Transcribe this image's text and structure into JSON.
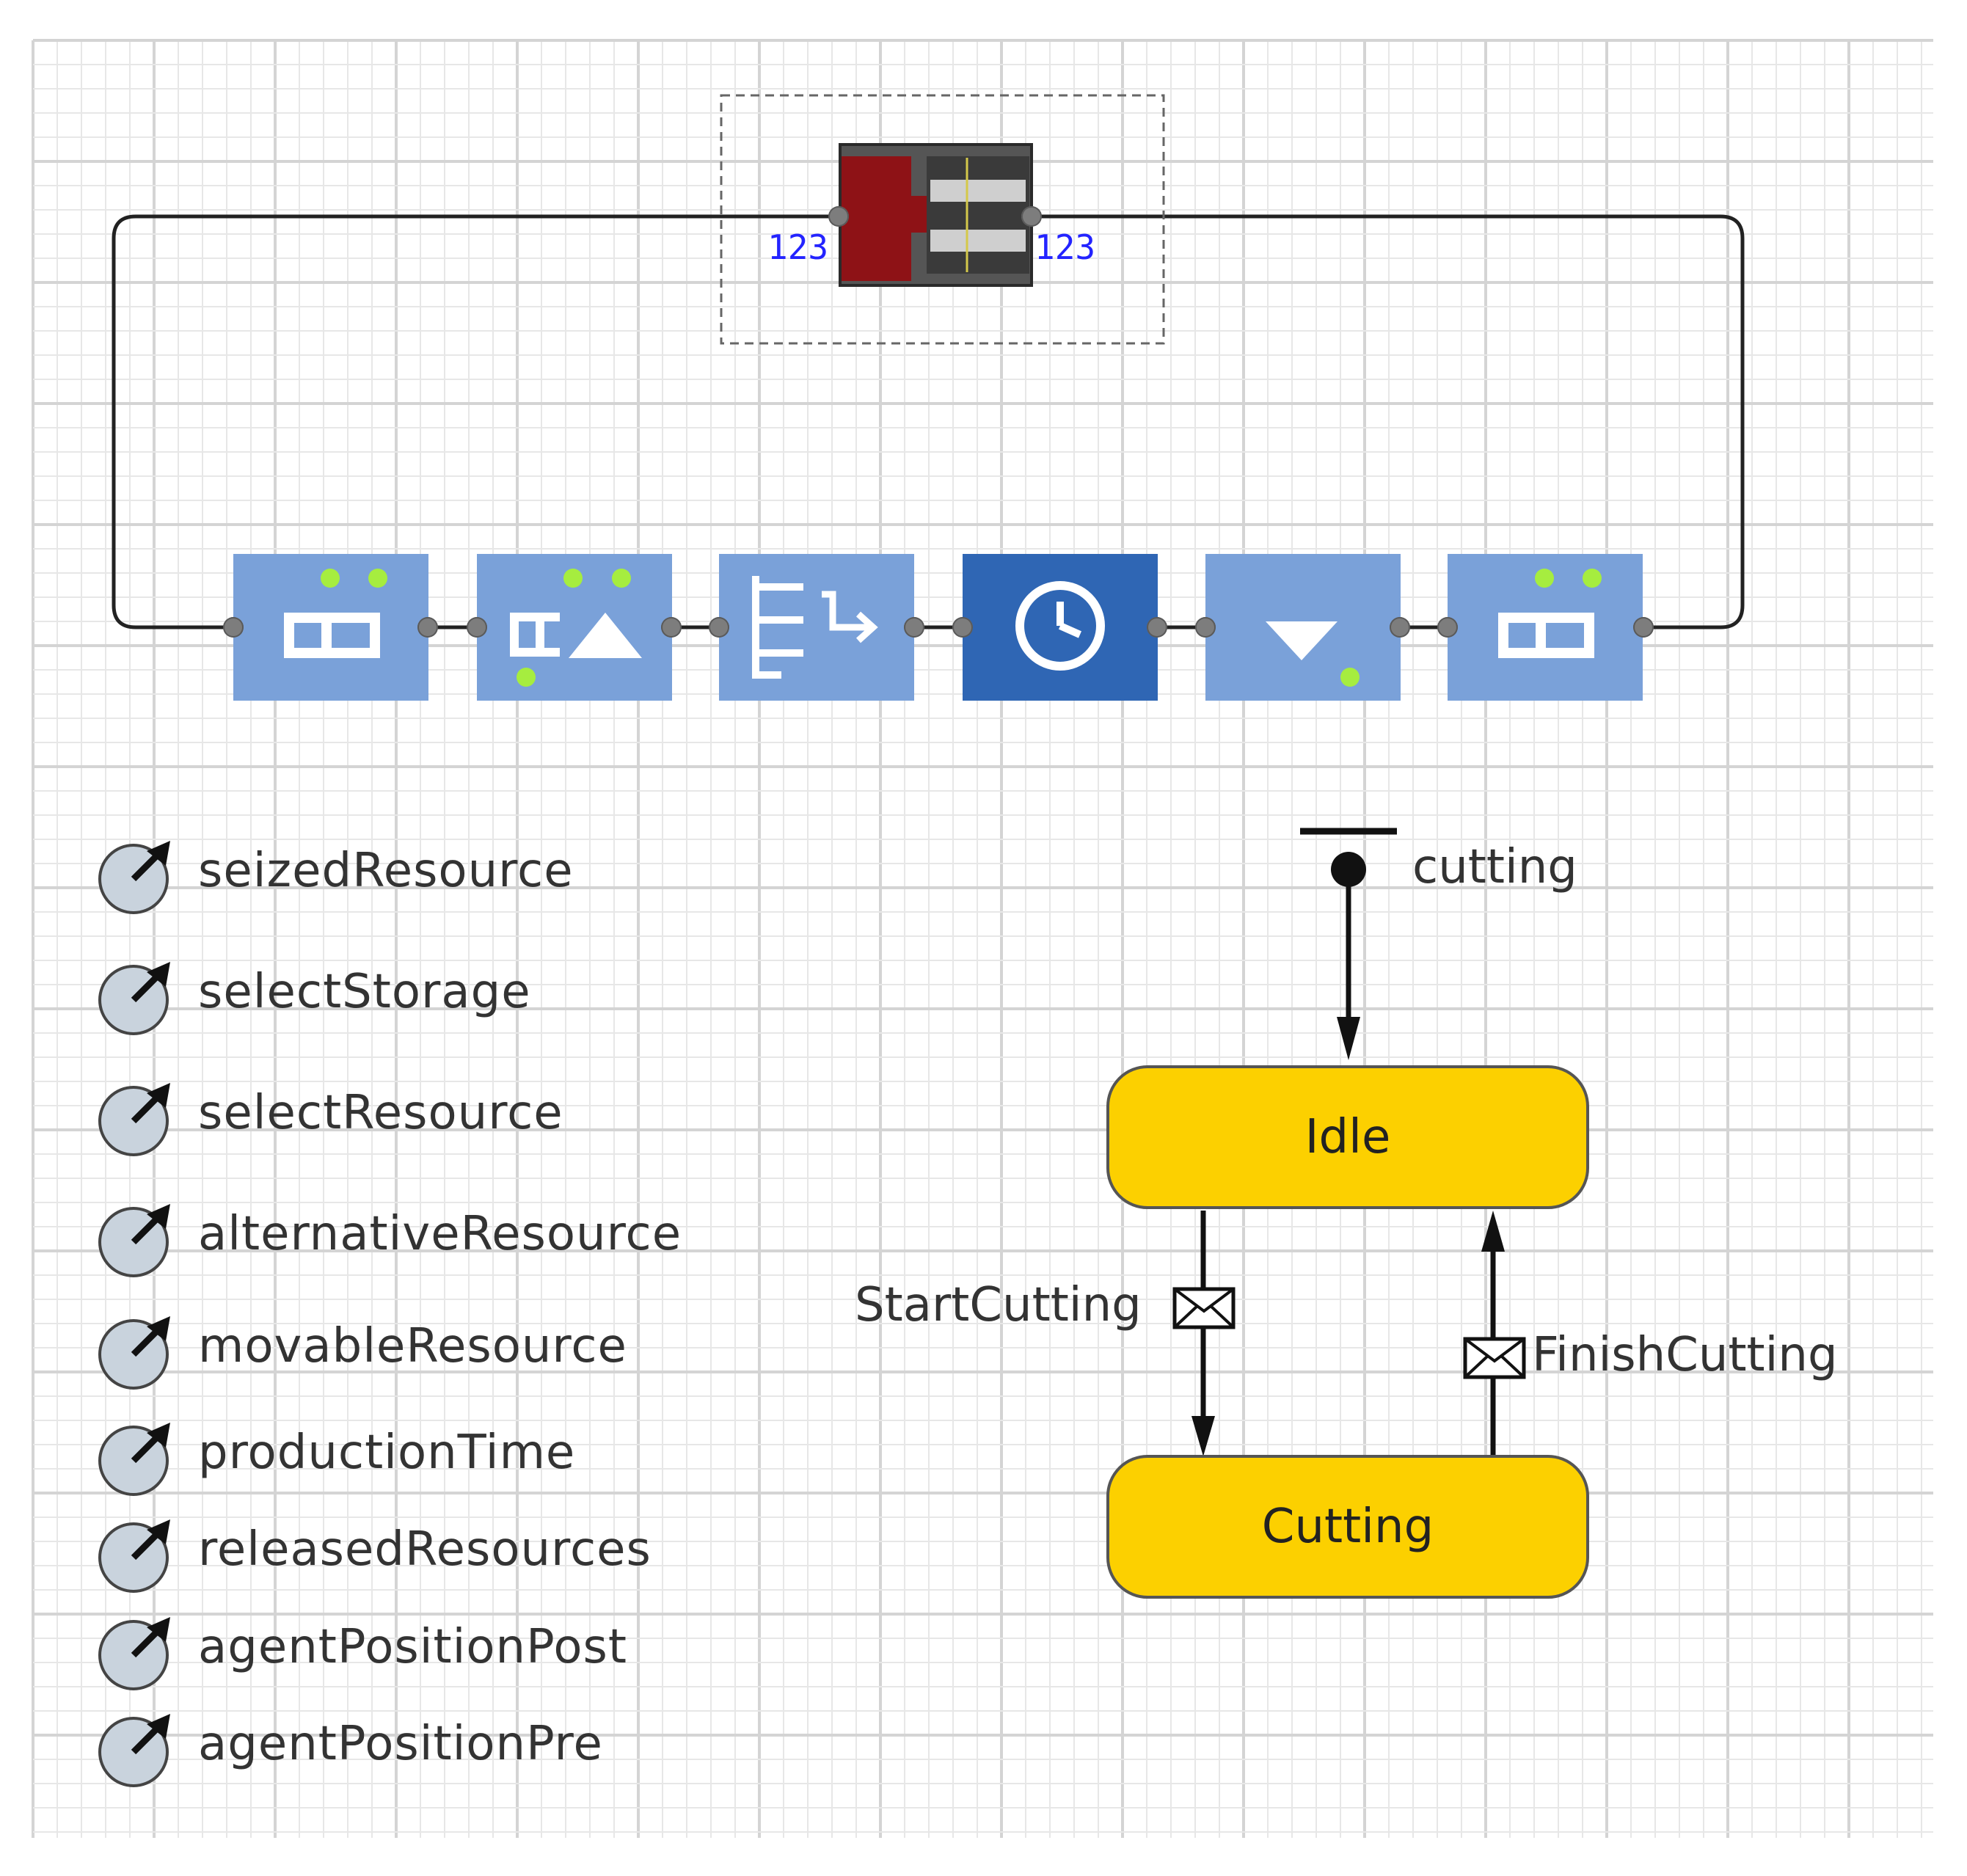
{
  "process_blocks": [
    {
      "icon": "queue-icon"
    },
    {
      "icon": "seize-icon"
    },
    {
      "icon": "select-output-icon"
    },
    {
      "icon": "delay-icon"
    },
    {
      "icon": "release-icon"
    },
    {
      "icon": "queue-icon"
    }
  ],
  "resource_pool": {
    "icon": "resource-pool-icon",
    "left_count": "123",
    "right_count": "123"
  },
  "variables": [
    {
      "name": "seizedResource"
    },
    {
      "name": "selectStorage"
    },
    {
      "name": "selectResource"
    },
    {
      "name": "alternativeResource"
    },
    {
      "name": "movableResource"
    },
    {
      "name": "productionTime"
    },
    {
      "name": "releasedResources"
    },
    {
      "name": "agentPositionPost"
    },
    {
      "name": "agentPositionPre"
    }
  ],
  "statechart": {
    "name": "cutting",
    "states": [
      "Idle",
      "Cutting"
    ],
    "transitions": [
      {
        "label": "StartCutting",
        "icon": "message-icon"
      },
      {
        "label": "FinishCutting",
        "icon": "message-icon"
      }
    ]
  },
  "colors": {
    "block": "#7aa1d9",
    "block_active": "#2f66b4",
    "state_fill": "#fcd000",
    "port_green": "#a6ed3f",
    "pool_red": "#8e1216"
  }
}
